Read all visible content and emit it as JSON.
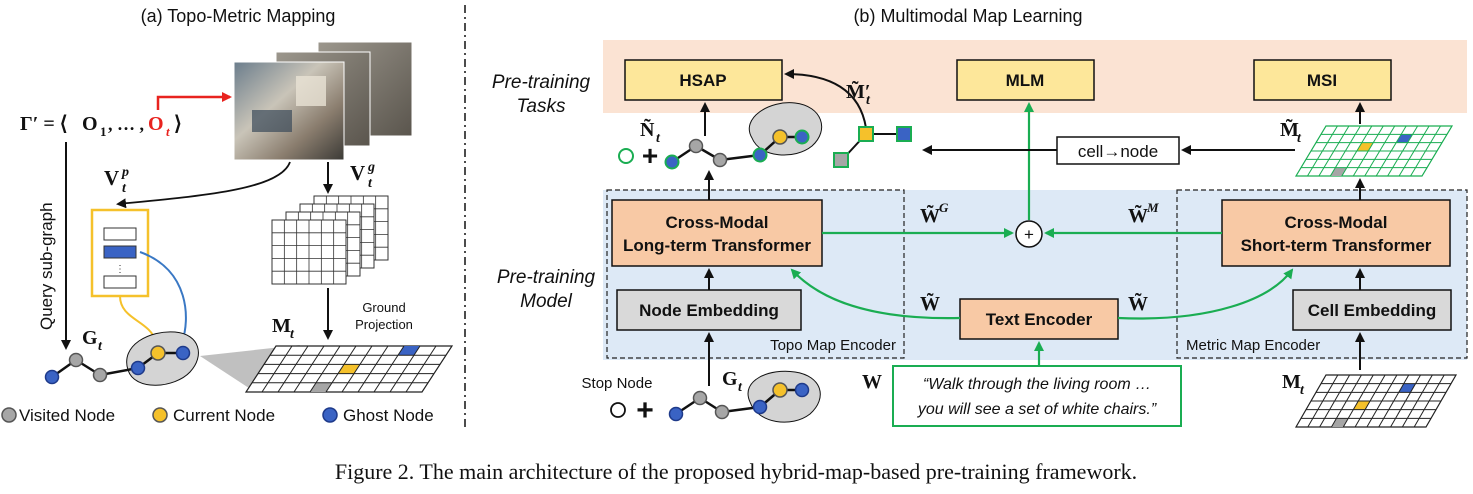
{
  "panel_a": {
    "title": "(a) Topo-Metric Mapping",
    "gamma": "Γ′ = ⟨",
    "o1": "O",
    "o1_sub": "1",
    "dots": ", … ,",
    "ot": "O",
    "ot_sub": "t",
    "gamma_close": "⟩",
    "query": "Query sub-graph",
    "vtp": "V",
    "vtp_sub": "t",
    "vtp_sup": "p",
    "vtg": "V",
    "vtg_sub": "t",
    "vtg_sup": "g",
    "gt": "G",
    "gt_sub": "t",
    "mt": "M",
    "mt_sub": "t",
    "ground1": "Ground",
    "ground2": "Projection",
    "legend": {
      "visited": "Visited Node",
      "current": "Current Node",
      "ghost": "Ghost Node"
    }
  },
  "panel_b": {
    "title": "(b) Multimodal Map Learning",
    "pretrain_tasks1": "Pre-training",
    "pretrain_tasks2": "Tasks",
    "pretrain_model1": "Pre-training",
    "pretrain_model2": "Model",
    "hsap": "HSAP",
    "mlm": "MLM",
    "msi": "MSI",
    "cell_node": "cell→node",
    "cm_long1": "Cross-Modal",
    "cm_long2": "Long-term Transformer",
    "cm_short1": "Cross-Modal",
    "cm_short2": "Short-term Transformer",
    "node_emb": "Node Embedding",
    "cell_emb": "Cell Embedding",
    "text_enc": "Text Encoder",
    "topo_enc": "Topo Map Encoder",
    "metric_enc": "Metric Map Encoder",
    "plus": "+",
    "wg": "W̃",
    "wg_sup": "G",
    "wm": "W̃",
    "wm_sup": "M",
    "w_left": "W̃",
    "w_right": "W̃",
    "w": "W",
    "nt": "Ñ",
    "nt_sub": "t",
    "mt_prime": "M̃′",
    "mt_prime_sub": "t",
    "mt_tilde": "M̃",
    "mt_tilde_sub": "t",
    "gt": "G",
    "gt_sub": "t",
    "mt": "M",
    "mt_sub": "t",
    "stop_node": "Stop Node",
    "instruction1": "“Walk through the living room …",
    "instruction2": "you will see a set of white chairs.”"
  },
  "caption": "Figure 2. The main architecture of the proposed hybrid-map-based pre-training framework.",
  "colors": {
    "task_band": "#fbe3d3",
    "model_band": "#dde9f6",
    "task_box": "#fde79a",
    "transformer_box": "#f8c9a5",
    "embed_box": "#d9d9d9",
    "green": "#1aad52",
    "red": "#e8231f",
    "visited": "#a6a6a6",
    "current": "#f5c12b",
    "ghost": "#3a63c4",
    "node_border": "#1e3a8a"
  }
}
